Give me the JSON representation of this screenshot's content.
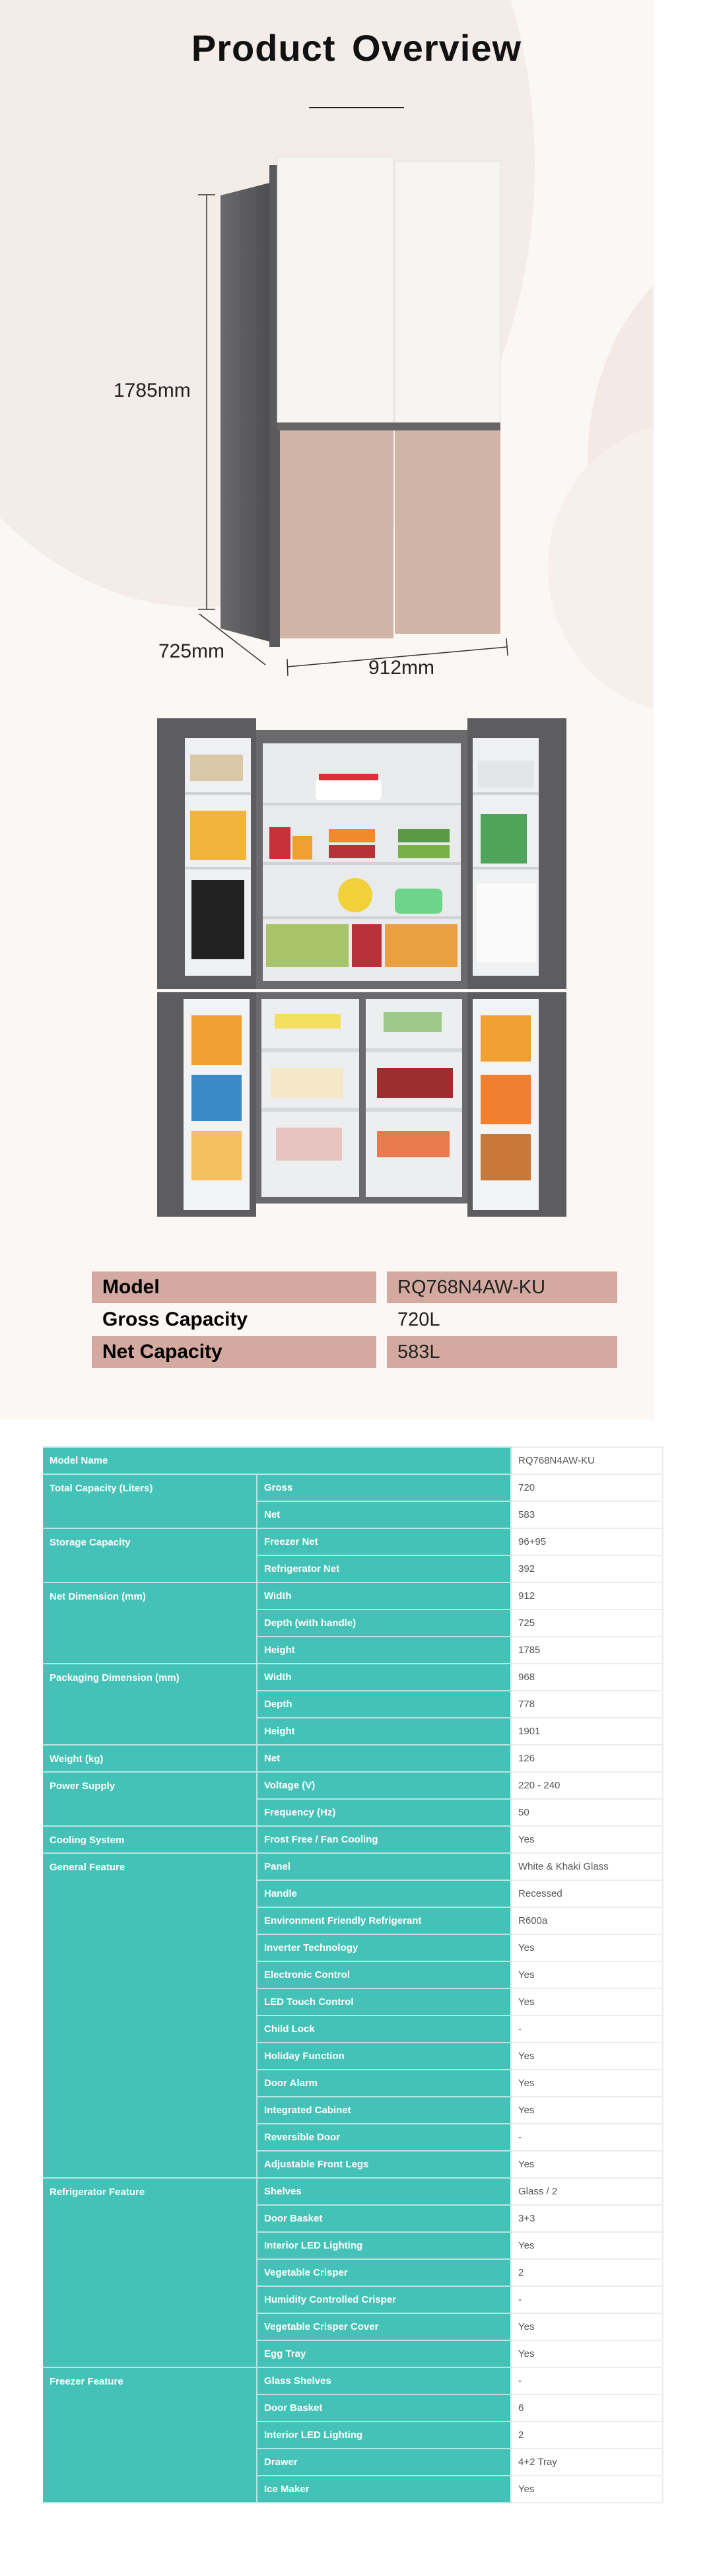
{
  "overview": {
    "title": "Product Overview",
    "dimensions": {
      "height": "1785mm",
      "depth": "725mm",
      "width": "912mm"
    }
  },
  "colors": {
    "accent_teal": "#45c2b7",
    "accent_pink": "#d3a9a0",
    "door_white": "#f7f5f2",
    "door_khaki": "#cfb4a7"
  },
  "summary": [
    {
      "label": "Model",
      "value": "RQ768N4AW-KU"
    },
    {
      "label": "Gross Capacity",
      "value": "720L"
    },
    {
      "label": "Net Capacity",
      "value": "583L"
    }
  ],
  "specs": [
    {
      "group": "Model Name",
      "rows": [
        {
          "name": "",
          "value": "RQ768N4AW-KU"
        }
      ]
    },
    {
      "group": "Total Capacity (Liters)",
      "rows": [
        {
          "name": "Gross",
          "value": "720"
        },
        {
          "name": "Net",
          "value": "583"
        }
      ]
    },
    {
      "group": "Storage Capacity",
      "rows": [
        {
          "name": "Freezer Net",
          "value": "96+95"
        },
        {
          "name": "Refrigerator Net",
          "value": "392"
        }
      ]
    },
    {
      "group": "Net Dimension (mm)",
      "rows": [
        {
          "name": "Width",
          "value": "912"
        },
        {
          "name": "Depth (with handle)",
          "value": "725"
        },
        {
          "name": "Height",
          "value": "1785"
        }
      ]
    },
    {
      "group": "Packaging Dimension (mm)",
      "rows": [
        {
          "name": "Width",
          "value": "968"
        },
        {
          "name": "Depth",
          "value": "778"
        },
        {
          "name": "Height",
          "value": "1901"
        }
      ]
    },
    {
      "group": "Weight (kg)",
      "rows": [
        {
          "name": "Net",
          "value": "126"
        }
      ]
    },
    {
      "group": "Power Supply",
      "rows": [
        {
          "name": "Voltage (V)",
          "value": "220 - 240"
        },
        {
          "name": "Frequency (Hz)",
          "value": "50"
        }
      ]
    },
    {
      "group": "Cooling System",
      "rows": [
        {
          "name": "Frost Free / Fan Cooling",
          "value": "Yes"
        }
      ]
    },
    {
      "group": "General Feature",
      "rows": [
        {
          "name": "Panel",
          "value": "White & Khaki Glass"
        },
        {
          "name": "Handle",
          "value": "Recessed"
        },
        {
          "name": "Environment Friendly Refrigerant",
          "value": "R600a"
        },
        {
          "name": "Inverter Technology",
          "value": "Yes"
        },
        {
          "name": "Electronic Control",
          "value": "Yes"
        },
        {
          "name": "LED Touch Control",
          "value": "Yes"
        },
        {
          "name": "Child Lock",
          "value": "-"
        },
        {
          "name": "Holiday Function",
          "value": "Yes"
        },
        {
          "name": "Door Alarm",
          "value": "Yes"
        },
        {
          "name": "Integrated Cabinet",
          "value": "Yes"
        },
        {
          "name": "Reversible Door",
          "value": "-"
        },
        {
          "name": "Adjustable Front Legs",
          "value": "Yes"
        }
      ]
    },
    {
      "group": "Refrigerator Feature",
      "rows": [
        {
          "name": "Shelves",
          "value": "Glass / 2"
        },
        {
          "name": "Door Basket",
          "value": "3+3"
        },
        {
          "name": "Interior LED Lighting",
          "value": "Yes"
        },
        {
          "name": "Vegetable Crisper",
          "value": "2"
        },
        {
          "name": "Humidity Controlled Crisper",
          "value": "-"
        },
        {
          "name": "Vegetable Crisper Cover",
          "value": "Yes"
        },
        {
          "name": "Egg Tray",
          "value": "Yes"
        }
      ]
    },
    {
      "group": "Freezer Feature",
      "rows": [
        {
          "name": "Glass Shelves",
          "value": "-"
        },
        {
          "name": "Door Basket",
          "value": "6"
        },
        {
          "name": "Interior LED Lighting",
          "value": "2"
        },
        {
          "name": "Drawer",
          "value": "4+2 Tray"
        },
        {
          "name": "Ice Maker",
          "value": "Yes"
        }
      ]
    }
  ]
}
